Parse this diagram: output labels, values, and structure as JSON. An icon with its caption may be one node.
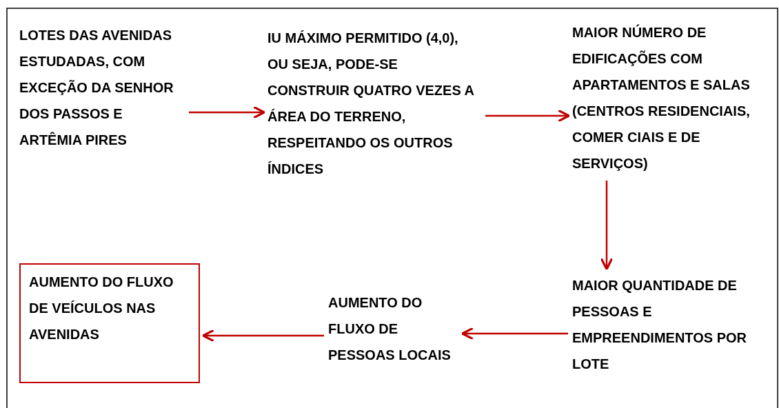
{
  "diagram": {
    "nodes": [
      {
        "text": [
          "LOTES DAS AVENIDAS ESTUDADAS, COM EXCEÇÃO DA SENHOR DOS PASSOS E ARTÊMIA PIRES"
        ]
      },
      {
        "text": [
          "IU MÁXIMO PERMITIDO (4,0), OU SEJA, PODE-SE CONSTRUIR QUATRO VEZES A ÁREA DO TERRENO, RESPEITANDO OS OUTROS ÍNDICES"
        ]
      },
      {
        "text": [
          "MAIOR NÚMERO DE EDIFICAÇÕES COM APARTAMENTOS E SALAS (CENTROS RESIDENCIAIS, COMER CIAIS E DE SERVIÇOS)"
        ]
      },
      {
        "text": [
          "MAIOR QUANTIDADE DE PESSOAS E EMPREENDIMENTOS POR LOTE"
        ]
      },
      {
        "text": [
          "AUMENTO DO FLUXO DE PESSOAS LOCAIS"
        ]
      },
      {
        "text": [
          "AUMENTO DO FLUXO DE VEÍCULOS NAS AVENIDAS"
        ]
      }
    ],
    "edges": [
      {
        "from": 0,
        "to": 1,
        "arrow": "to"
      },
      {
        "from": 1,
        "to": 2,
        "arrow": "to"
      },
      {
        "from": 2,
        "to": 3,
        "arrow": "to"
      },
      {
        "from": 3,
        "to": 4,
        "arrow": "to"
      },
      {
        "from": 4,
        "to": 5,
        "arrow": "to"
      }
    ]
  }
}
